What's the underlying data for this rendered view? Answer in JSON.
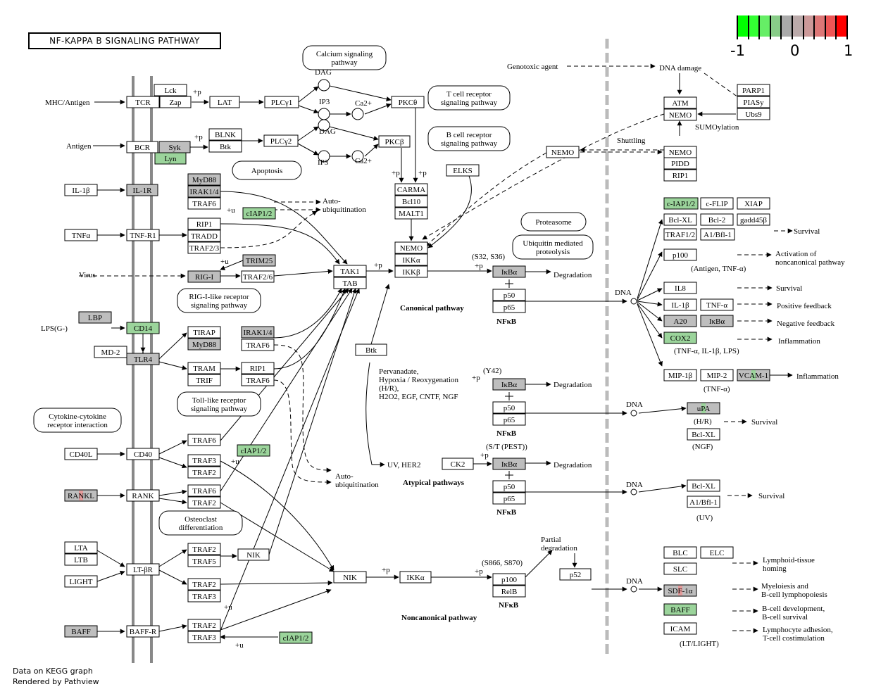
{
  "title": "NF-KAPPA B SIGNALING PATHWAY",
  "legend": {
    "min_label": "-1",
    "mid_label": "0",
    "max_label": "1",
    "colors": [
      "#00ff00",
      "#33ff33",
      "#66ee66",
      "#88cc88",
      "#aaaaaa",
      "#bbaaaa",
      "#cc9999",
      "#dd7777",
      "#ee5555",
      "#ff0000"
    ]
  },
  "footer": {
    "line1": "Data on KEGG graph",
    "line2": "Rendered by Pathview"
  },
  "colors": {
    "gray": "#bebebe",
    "green": "#9bd49b",
    "red": "#e49b9b",
    "white": "#ffffff"
  },
  "nodes": [
    {
      "id": "lck",
      "label": "Lck",
      "fill": "white"
    },
    {
      "id": "zap",
      "label": "Zap",
      "fill": "white"
    },
    {
      "id": "tcr",
      "label": "TCR",
      "fill": "white"
    },
    {
      "id": "lat",
      "label": "LAT",
      "fill": "white"
    },
    {
      "id": "plcg1",
      "label": "PLCγ1",
      "fill": "white"
    },
    {
      "id": "pkct",
      "label": "PKCθ",
      "fill": "white"
    },
    {
      "id": "bcr",
      "label": "BCR",
      "fill": "white"
    },
    {
      "id": "syk",
      "label": "Syk",
      "fill": "gray"
    },
    {
      "id": "lyn",
      "label": "Lyn",
      "fill": "green"
    },
    {
      "id": "blnk",
      "label": "BLNK",
      "fill": "white"
    },
    {
      "id": "btk1",
      "label": "Btk",
      "fill": "white"
    },
    {
      "id": "plcg2",
      "label": "PLCγ2",
      "fill": "white"
    },
    {
      "id": "pkcb",
      "label": "PKCβ",
      "fill": "white"
    },
    {
      "id": "elks",
      "label": "ELKS",
      "fill": "white"
    },
    {
      "id": "il1b_l",
      "label": "IL-1β",
      "fill": "white"
    },
    {
      "id": "il1r",
      "label": "IL-1R",
      "fill": "gray"
    },
    {
      "id": "myd88a",
      "label": "MyD88",
      "fill": "gray"
    },
    {
      "id": "irak14a",
      "label": "IRAK1/4",
      "fill": "gray"
    },
    {
      "id": "traf6a",
      "label": "TRAF6",
      "fill": "white"
    },
    {
      "id": "ciap_a",
      "label": "cIAP1/2",
      "fill": "green"
    },
    {
      "id": "tnfa_l",
      "label": "TNFα",
      "fill": "white"
    },
    {
      "id": "tnfr1",
      "label": "TNF-R1",
      "fill": "white"
    },
    {
      "id": "rip1a",
      "label": "RIP1",
      "fill": "white"
    },
    {
      "id": "tradd",
      "label": "TRADD",
      "fill": "white"
    },
    {
      "id": "traf23",
      "label": "TRAF2/3",
      "fill": "white"
    },
    {
      "id": "carma",
      "label": "CARMA",
      "fill": "white"
    },
    {
      "id": "bcl10",
      "label": "Bcl10",
      "fill": "white"
    },
    {
      "id": "malt1",
      "label": "MALT1",
      "fill": "white"
    },
    {
      "id": "trim25",
      "label": "TRIM25",
      "fill": "gray"
    },
    {
      "id": "rigi",
      "label": "RIG-I",
      "fill": "gray"
    },
    {
      "id": "traf26",
      "label": "TRAF2/6",
      "fill": "white"
    },
    {
      "id": "tak1",
      "label": "TAK1",
      "fill": "white"
    },
    {
      "id": "tab",
      "label": "TAB",
      "fill": "white"
    },
    {
      "id": "nemo_c",
      "label": "NEMO",
      "fill": "white"
    },
    {
      "id": "ikka_c",
      "label": "IKKα",
      "fill": "white"
    },
    {
      "id": "ikkb_c",
      "label": "IKKβ",
      "fill": "white"
    },
    {
      "id": "lbp",
      "label": "LBP",
      "fill": "gray"
    },
    {
      "id": "cd14",
      "label": "CD14",
      "fill": "green"
    },
    {
      "id": "md2",
      "label": "MD-2",
      "fill": "white"
    },
    {
      "id": "tlr4",
      "label": "TLR4",
      "fill": "gray"
    },
    {
      "id": "tirap",
      "label": "TIRAP",
      "fill": "white"
    },
    {
      "id": "myd88b",
      "label": "MyD88",
      "fill": "gray"
    },
    {
      "id": "irak14b",
      "label": "IRAK1/4",
      "fill": "gray"
    },
    {
      "id": "traf6b",
      "label": "TRAF6",
      "fill": "white"
    },
    {
      "id": "tram",
      "label": "TRAM",
      "fill": "white"
    },
    {
      "id": "trif",
      "label": "TRIF",
      "fill": "white"
    },
    {
      "id": "rip1b",
      "label": "RIP1",
      "fill": "white"
    },
    {
      "id": "traf6c",
      "label": "TRAF6",
      "fill": "white"
    },
    {
      "id": "btk2",
      "label": "Btk",
      "fill": "white"
    },
    {
      "id": "ikba1",
      "label": "IκBα",
      "fill": "gray"
    },
    {
      "id": "p50_1",
      "label": "p50",
      "fill": "white"
    },
    {
      "id": "p65_1",
      "label": "p65",
      "fill": "white"
    },
    {
      "id": "ikba2",
      "label": "IκBα",
      "fill": "gray"
    },
    {
      "id": "p50_2",
      "label": "p50",
      "fill": "white"
    },
    {
      "id": "p65_2",
      "label": "p65",
      "fill": "white"
    },
    {
      "id": "ck2",
      "label": "CK2",
      "fill": "white"
    },
    {
      "id": "ikba3",
      "label": "IκBα",
      "fill": "gray"
    },
    {
      "id": "p50_3",
      "label": "p50",
      "fill": "white"
    },
    {
      "id": "p65_3",
      "label": "p65",
      "fill": "white"
    },
    {
      "id": "cd40l",
      "label": "CD40L",
      "fill": "white"
    },
    {
      "id": "cd40",
      "label": "CD40",
      "fill": "white"
    },
    {
      "id": "traf6d",
      "label": "TRAF6",
      "fill": "white"
    },
    {
      "id": "ciap_b",
      "label": "cIAP1/2",
      "fill": "green"
    },
    {
      "id": "traf3a",
      "label": "TRAF3",
      "fill": "white"
    },
    {
      "id": "traf2a",
      "label": "TRAF2",
      "fill": "white"
    },
    {
      "id": "rankl",
      "label": "RANKL",
      "fill": "gray",
      "stripe": "red"
    },
    {
      "id": "rank",
      "label": "RANK",
      "fill": "white"
    },
    {
      "id": "traf6e",
      "label": "TRAF6",
      "fill": "white"
    },
    {
      "id": "traf2b",
      "label": "TRAF2",
      "fill": "white"
    },
    {
      "id": "lta",
      "label": "LTA",
      "fill": "white"
    },
    {
      "id": "ltb",
      "label": "LTB",
      "fill": "white"
    },
    {
      "id": "light",
      "label": "LIGHT",
      "fill": "white"
    },
    {
      "id": "ltbr",
      "label": "LT-βR",
      "fill": "white"
    },
    {
      "id": "traf2c",
      "label": "TRAF2",
      "fill": "white"
    },
    {
      "id": "traf5",
      "label": "TRAF5",
      "fill": "white"
    },
    {
      "id": "nik1",
      "label": "NIK",
      "fill": "white"
    },
    {
      "id": "traf2d",
      "label": "TRAF2",
      "fill": "white"
    },
    {
      "id": "traf3b",
      "label": "TRAF3",
      "fill": "white"
    },
    {
      "id": "nik2",
      "label": "NIK",
      "fill": "white"
    },
    {
      "id": "ikka_n",
      "label": "IKKα",
      "fill": "white"
    },
    {
      "id": "p100",
      "label": "p100",
      "fill": "white"
    },
    {
      "id": "relb",
      "label": "RelB",
      "fill": "white"
    },
    {
      "id": "p52",
      "label": "p52",
      "fill": "white"
    },
    {
      "id": "baff_l",
      "label": "BAFF",
      "fill": "gray"
    },
    {
      "id": "baffr",
      "label": "BAFF-R",
      "fill": "white"
    },
    {
      "id": "traf2e",
      "label": "TRAF2",
      "fill": "white"
    },
    {
      "id": "traf3c",
      "label": "TRAF3",
      "fill": "white"
    },
    {
      "id": "ciap_c",
      "label": "cIAP1/2",
      "fill": "green"
    },
    {
      "id": "atm",
      "label": "ATM",
      "fill": "white"
    },
    {
      "id": "nemo_t",
      "label": "NEMO",
      "fill": "white"
    },
    {
      "id": "parp1",
      "label": "PARP1",
      "fill": "white"
    },
    {
      "id": "piasy",
      "label": "PIASy",
      "fill": "white"
    },
    {
      "id": "ubs9",
      "label": "Ubs9",
      "fill": "white"
    },
    {
      "id": "nemo_m",
      "label": "NEMO",
      "fill": "white"
    },
    {
      "id": "nemo_s",
      "label": "NEMO",
      "fill": "white"
    },
    {
      "id": "pidd",
      "label": "PIDD",
      "fill": "white"
    },
    {
      "id": "rip1c",
      "label": "RIP1",
      "fill": "white"
    },
    {
      "id": "ciap_t",
      "label": "c-IAP1/2",
      "fill": "green"
    },
    {
      "id": "cflip",
      "label": "c-FLIP",
      "fill": "white"
    },
    {
      "id": "xiap",
      "label": "XIAP",
      "fill": "white"
    },
    {
      "id": "bclxl1",
      "label": "Bcl-XL",
      "fill": "white"
    },
    {
      "id": "bcl2",
      "label": "Bcl-2",
      "fill": "white"
    },
    {
      "id": "gadd45b",
      "label": "gadd45β",
      "fill": "white"
    },
    {
      "id": "traf12",
      "label": "TRAF1/2",
      "fill": "white"
    },
    {
      "id": "a1bfl1a",
      "label": "A1/Bfl-1",
      "fill": "white"
    },
    {
      "id": "p100t",
      "label": "p100",
      "fill": "white"
    },
    {
      "id": "il8",
      "label": "IL8",
      "fill": "white"
    },
    {
      "id": "il1b_t",
      "label": "IL-1β",
      "fill": "white"
    },
    {
      "id": "tnfa_t",
      "label": "TNF-α",
      "fill": "white"
    },
    {
      "id": "a20",
      "label": "A20",
      "fill": "gray"
    },
    {
      "id": "ikba_t",
      "label": "IκBα",
      "fill": "gray"
    },
    {
      "id": "cox2",
      "label": "COX2",
      "fill": "green"
    },
    {
      "id": "mip1b",
      "label": "MIP-1β",
      "fill": "white"
    },
    {
      "id": "mip2",
      "label": "MIP-2",
      "fill": "white"
    },
    {
      "id": "vcam1",
      "label": "VCAM-1",
      "fill": "gray",
      "stripe": "green"
    },
    {
      "id": "upa",
      "label": "uPA",
      "fill": "gray",
      "stripe": "green"
    },
    {
      "id": "bclxl2",
      "label": "Bcl-XL",
      "fill": "white"
    },
    {
      "id": "bclxl3",
      "label": "Bcl-XL",
      "fill": "white"
    },
    {
      "id": "a1bfl1b",
      "label": "A1/Bfl-1",
      "fill": "white"
    },
    {
      "id": "blc",
      "label": "BLC",
      "fill": "white"
    },
    {
      "id": "elc",
      "label": "ELC",
      "fill": "white"
    },
    {
      "id": "slc",
      "label": "SLC",
      "fill": "white"
    },
    {
      "id": "sdf1a",
      "label": "SDF-1α",
      "fill": "gray",
      "stripe": "red"
    },
    {
      "id": "baff_t",
      "label": "BAFF",
      "fill": "green"
    },
    {
      "id": "icam",
      "label": "ICAM",
      "fill": "white"
    }
  ],
  "maps": [
    {
      "id": "calcium",
      "label": [
        "Calcium signaling",
        "pathway"
      ]
    },
    {
      "id": "tcell",
      "label": [
        "T cell receptor",
        "signaling pathway"
      ]
    },
    {
      "id": "bcell",
      "label": [
        "B cell receptor",
        "signaling pathway"
      ]
    },
    {
      "id": "apoptosis",
      "label": [
        "Apoptosis"
      ]
    },
    {
      "id": "riglike",
      "label": [
        "RIG-I-like receptor",
        "signaling pathway"
      ]
    },
    {
      "id": "tolllike",
      "label": [
        "Toll-like receptor",
        "signaling pathway"
      ]
    },
    {
      "id": "cytokine",
      "label": [
        "Cytokine-cytokine",
        "receptor interaction"
      ]
    },
    {
      "id": "osteoclast",
      "label": [
        "Osteoclast",
        "differentiation"
      ]
    },
    {
      "id": "proteasome",
      "label": [
        "Proteasome"
      ]
    },
    {
      "id": "ubiquitin",
      "label": [
        "Ubiquitin mediated",
        "proteolysis"
      ]
    }
  ],
  "compounds": [
    "DAG",
    "IP3",
    "Ca2+",
    "DAG",
    "IP3",
    "Ca2+"
  ],
  "texts": {
    "mhc": "MHC/Antigen",
    "antigen": "Antigen",
    "virus": "Virus",
    "lps": "LPS(G-)",
    "genotoxic": "Genotoxic agent",
    "dna_damage": "DNA damage",
    "sumo": "SUMOylation",
    "shuttling": "Shuttling",
    "autoubi1": [
      "Auto-",
      "ubiquitination"
    ],
    "autoubi2": [
      "Auto-",
      "ubiquitination"
    ],
    "canonical": "Canonical pathway",
    "atypical": "Atypical pathways",
    "noncanonical": "Noncanonical pathway",
    "nfkb": "NFκB",
    "s32": "(S32, S36)",
    "y42": "(Y42)",
    "stpest": "(S/T (PEST))",
    "s866": "(S866, S870)",
    "degradation": "Degradation",
    "partial": [
      "Partial",
      "degradation"
    ],
    "pervanadate": [
      "Pervanadate,",
      "Hypoxia / Reoxygenation",
      "(H/R),",
      "H2O2, EGF, CNTF, NGF"
    ],
    "uvher2": "UV, HER2",
    "dna": "DNA",
    "p": "+p",
    "u": "+u",
    "antigen_tnf": "(Antigen, TNF-α)",
    "tnf_il_lps": "(TNF-α, IL-1β, LPS)",
    "tnfa_paren": "(TNF-α)",
    "hr": "(H/R)",
    "ngf": "(NGF)",
    "uv": "(UV)",
    "ltlight": "(LT/LIGHT)",
    "survival": "Survival",
    "activation": [
      "Activation of",
      "noncanonical pathway"
    ],
    "positive": "Positive feedback",
    "negative": "Negative feedback",
    "inflammation": "Inflammation",
    "lymphoid": [
      "Lymphoid-tissue",
      "homing"
    ],
    "myeloiesis": [
      "Myeloiesis and",
      "B-cell lymphopoiesis"
    ],
    "bcelldev": [
      "B-cell development,",
      "B-cell survival"
    ],
    "lymphocyte": [
      "Lymphocyte adhesion,",
      "T-cell costimulation"
    ]
  }
}
